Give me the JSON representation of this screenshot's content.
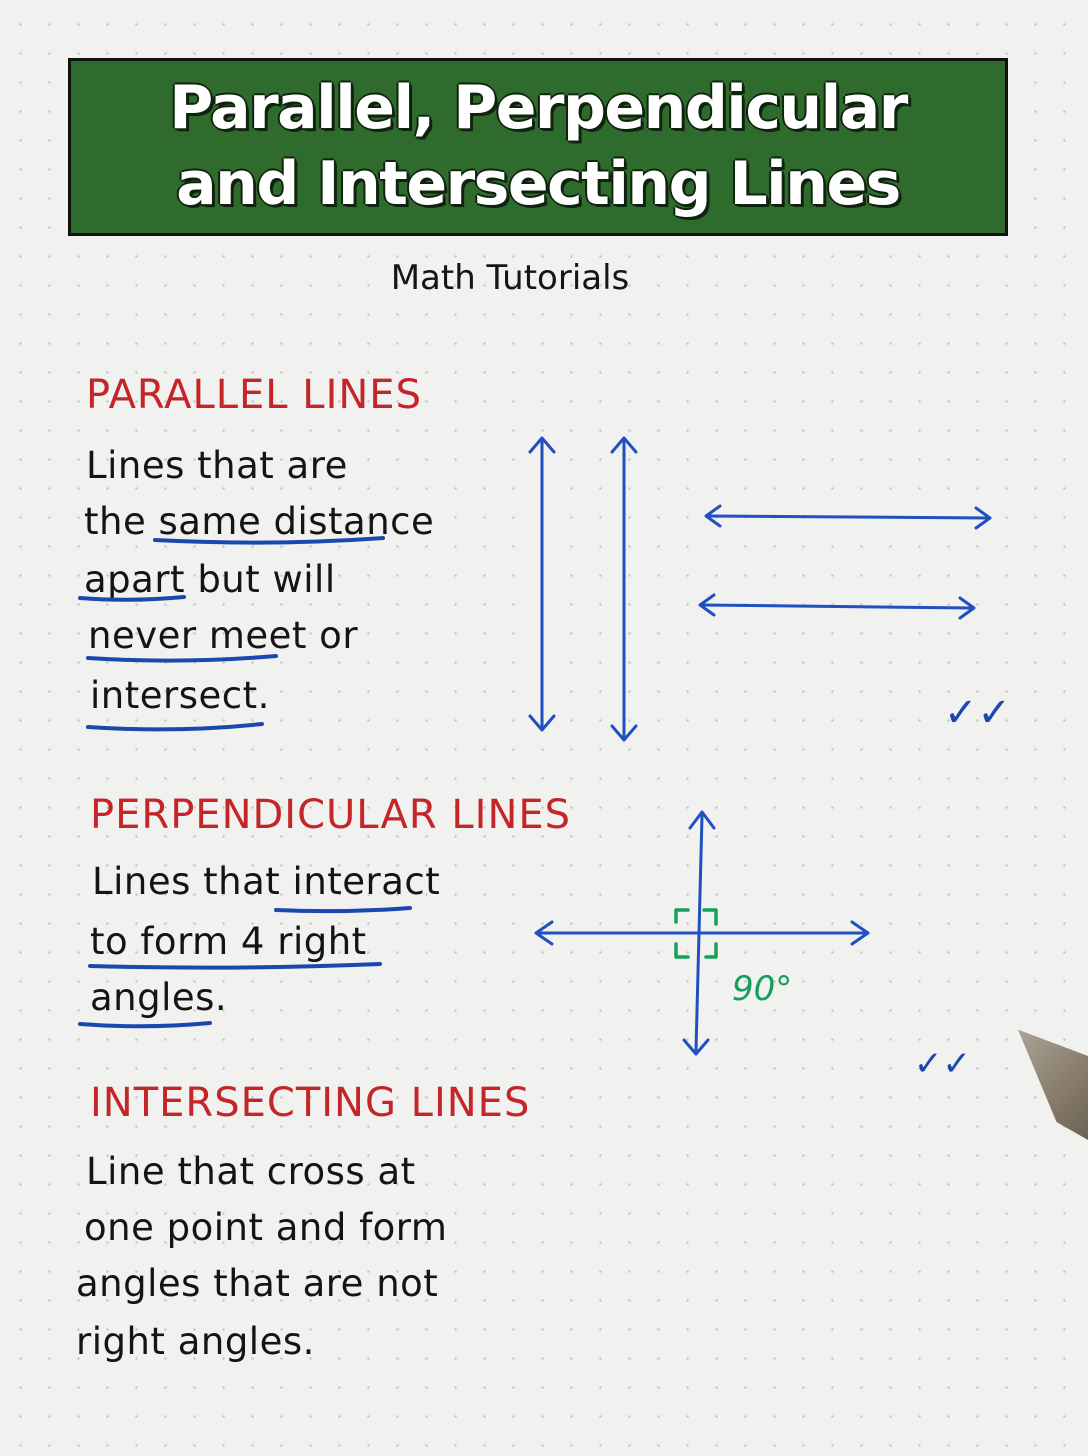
{
  "title": {
    "line1": "Parallel, Perpendicular",
    "line2": "and Intersecting Lines"
  },
  "subtitle": "Math Tutorials",
  "sections": {
    "parallel": {
      "heading": "PARALLEL LINES",
      "lines": [
        "Lines that are",
        "the same distance",
        "apart but will",
        "never meet or",
        "intersect."
      ],
      "check": "✓✓"
    },
    "perpendicular": {
      "heading": "PERPENDICULAR LINES",
      "lines": [
        "Lines that interact",
        "to form 4 right",
        "angles."
      ],
      "angle_label": "90°",
      "check": "✓✓"
    },
    "intersecting": {
      "heading": "INTERSECTING LINES",
      "lines": [
        "Line that cross at",
        "one point and form",
        "angles that are not",
        "right angles."
      ]
    }
  },
  "colors": {
    "banner": "#2f6b2c",
    "heading": "#c42528",
    "ink": "#141414",
    "blue_ink": "#1b47b0",
    "green_ink": "#14a05a"
  }
}
